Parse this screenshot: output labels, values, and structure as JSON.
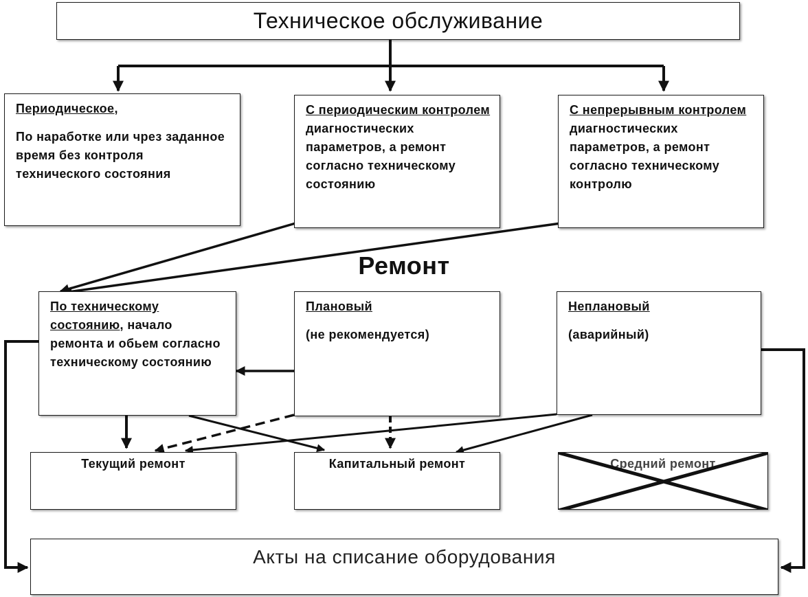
{
  "title": "Техническое обслуживание",
  "maintenance": {
    "periodic": {
      "heading": "Периодическое,",
      "body": "По наработке или чрез заданное время без контроля технического состояния"
    },
    "periodic_control": {
      "heading": "С периодическим контролем",
      "body": "диагностических параметров, а ремонт согласно техническому состоянию"
    },
    "continuous_control": {
      "heading": "С непрерывным контролем",
      "body": "диагностических параметров, а ремонт согласно техническому контролю"
    }
  },
  "repair_title": "Ремонт",
  "repair": {
    "by_condition": {
      "heading": "По техническому состоянию,",
      "body": " начало ремонта и обьем согласно техническому состоянию"
    },
    "planned": {
      "heading": "Плановый",
      "note": "(не рекомендуется)"
    },
    "unplanned": {
      "heading": "Неплановый",
      "note": "(аварийный)"
    }
  },
  "repair_types": {
    "current": "Текущий ремонт",
    "capital": "Капитальный ремонт",
    "medium": "Средний ремонт"
  },
  "acts": "Акты на списание оборудования",
  "colors": {
    "line": "#111111",
    "box_border": "#1a1a1a",
    "background": "#ffffff"
  }
}
